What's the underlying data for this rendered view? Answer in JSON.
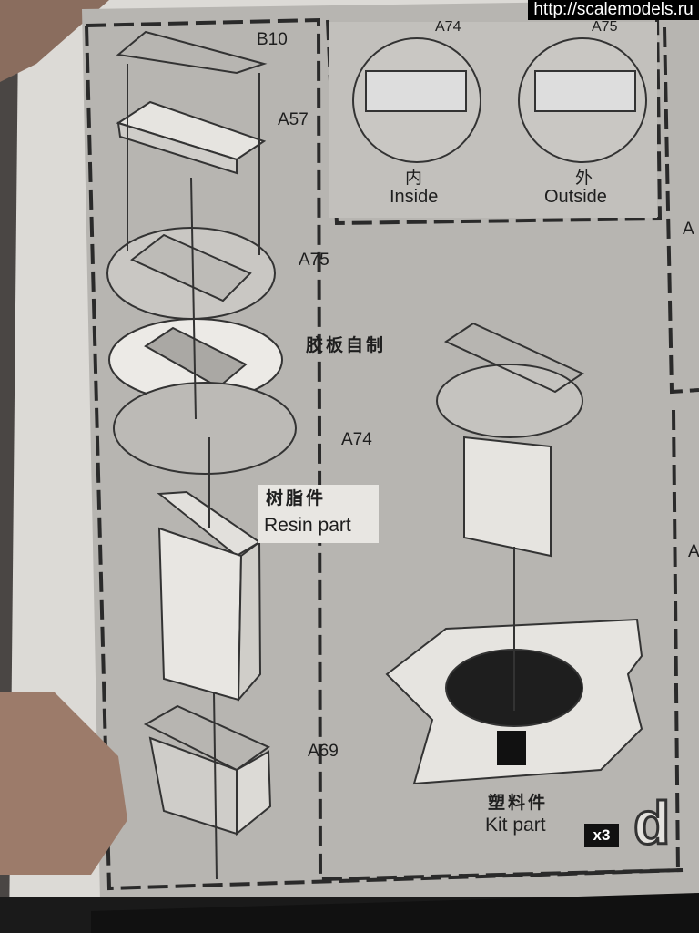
{
  "watermark": "http://scalemodels.ru",
  "parts": {
    "b10": "B10",
    "a57": "A57",
    "a75": "A75",
    "self_made": "胶板自制",
    "a74": "A74",
    "resin_cn": "树脂件",
    "resin_en": "Resin part",
    "a69": "A69"
  },
  "inset": {
    "inside_part": "A74",
    "outside_part": "A75",
    "inside_cn": "内",
    "inside_en": "Inside",
    "outside_cn": "外",
    "outside_en": "Outside"
  },
  "kit": {
    "cn": "塑料件",
    "en": "Kit part"
  },
  "step": {
    "multiplier": "x3",
    "letter": "d"
  },
  "side_labels": [
    "A",
    "A"
  ],
  "colors": {
    "paper": "#b4b2ae",
    "dashed_border": "#2a2a2a",
    "background": "#5a5552"
  }
}
